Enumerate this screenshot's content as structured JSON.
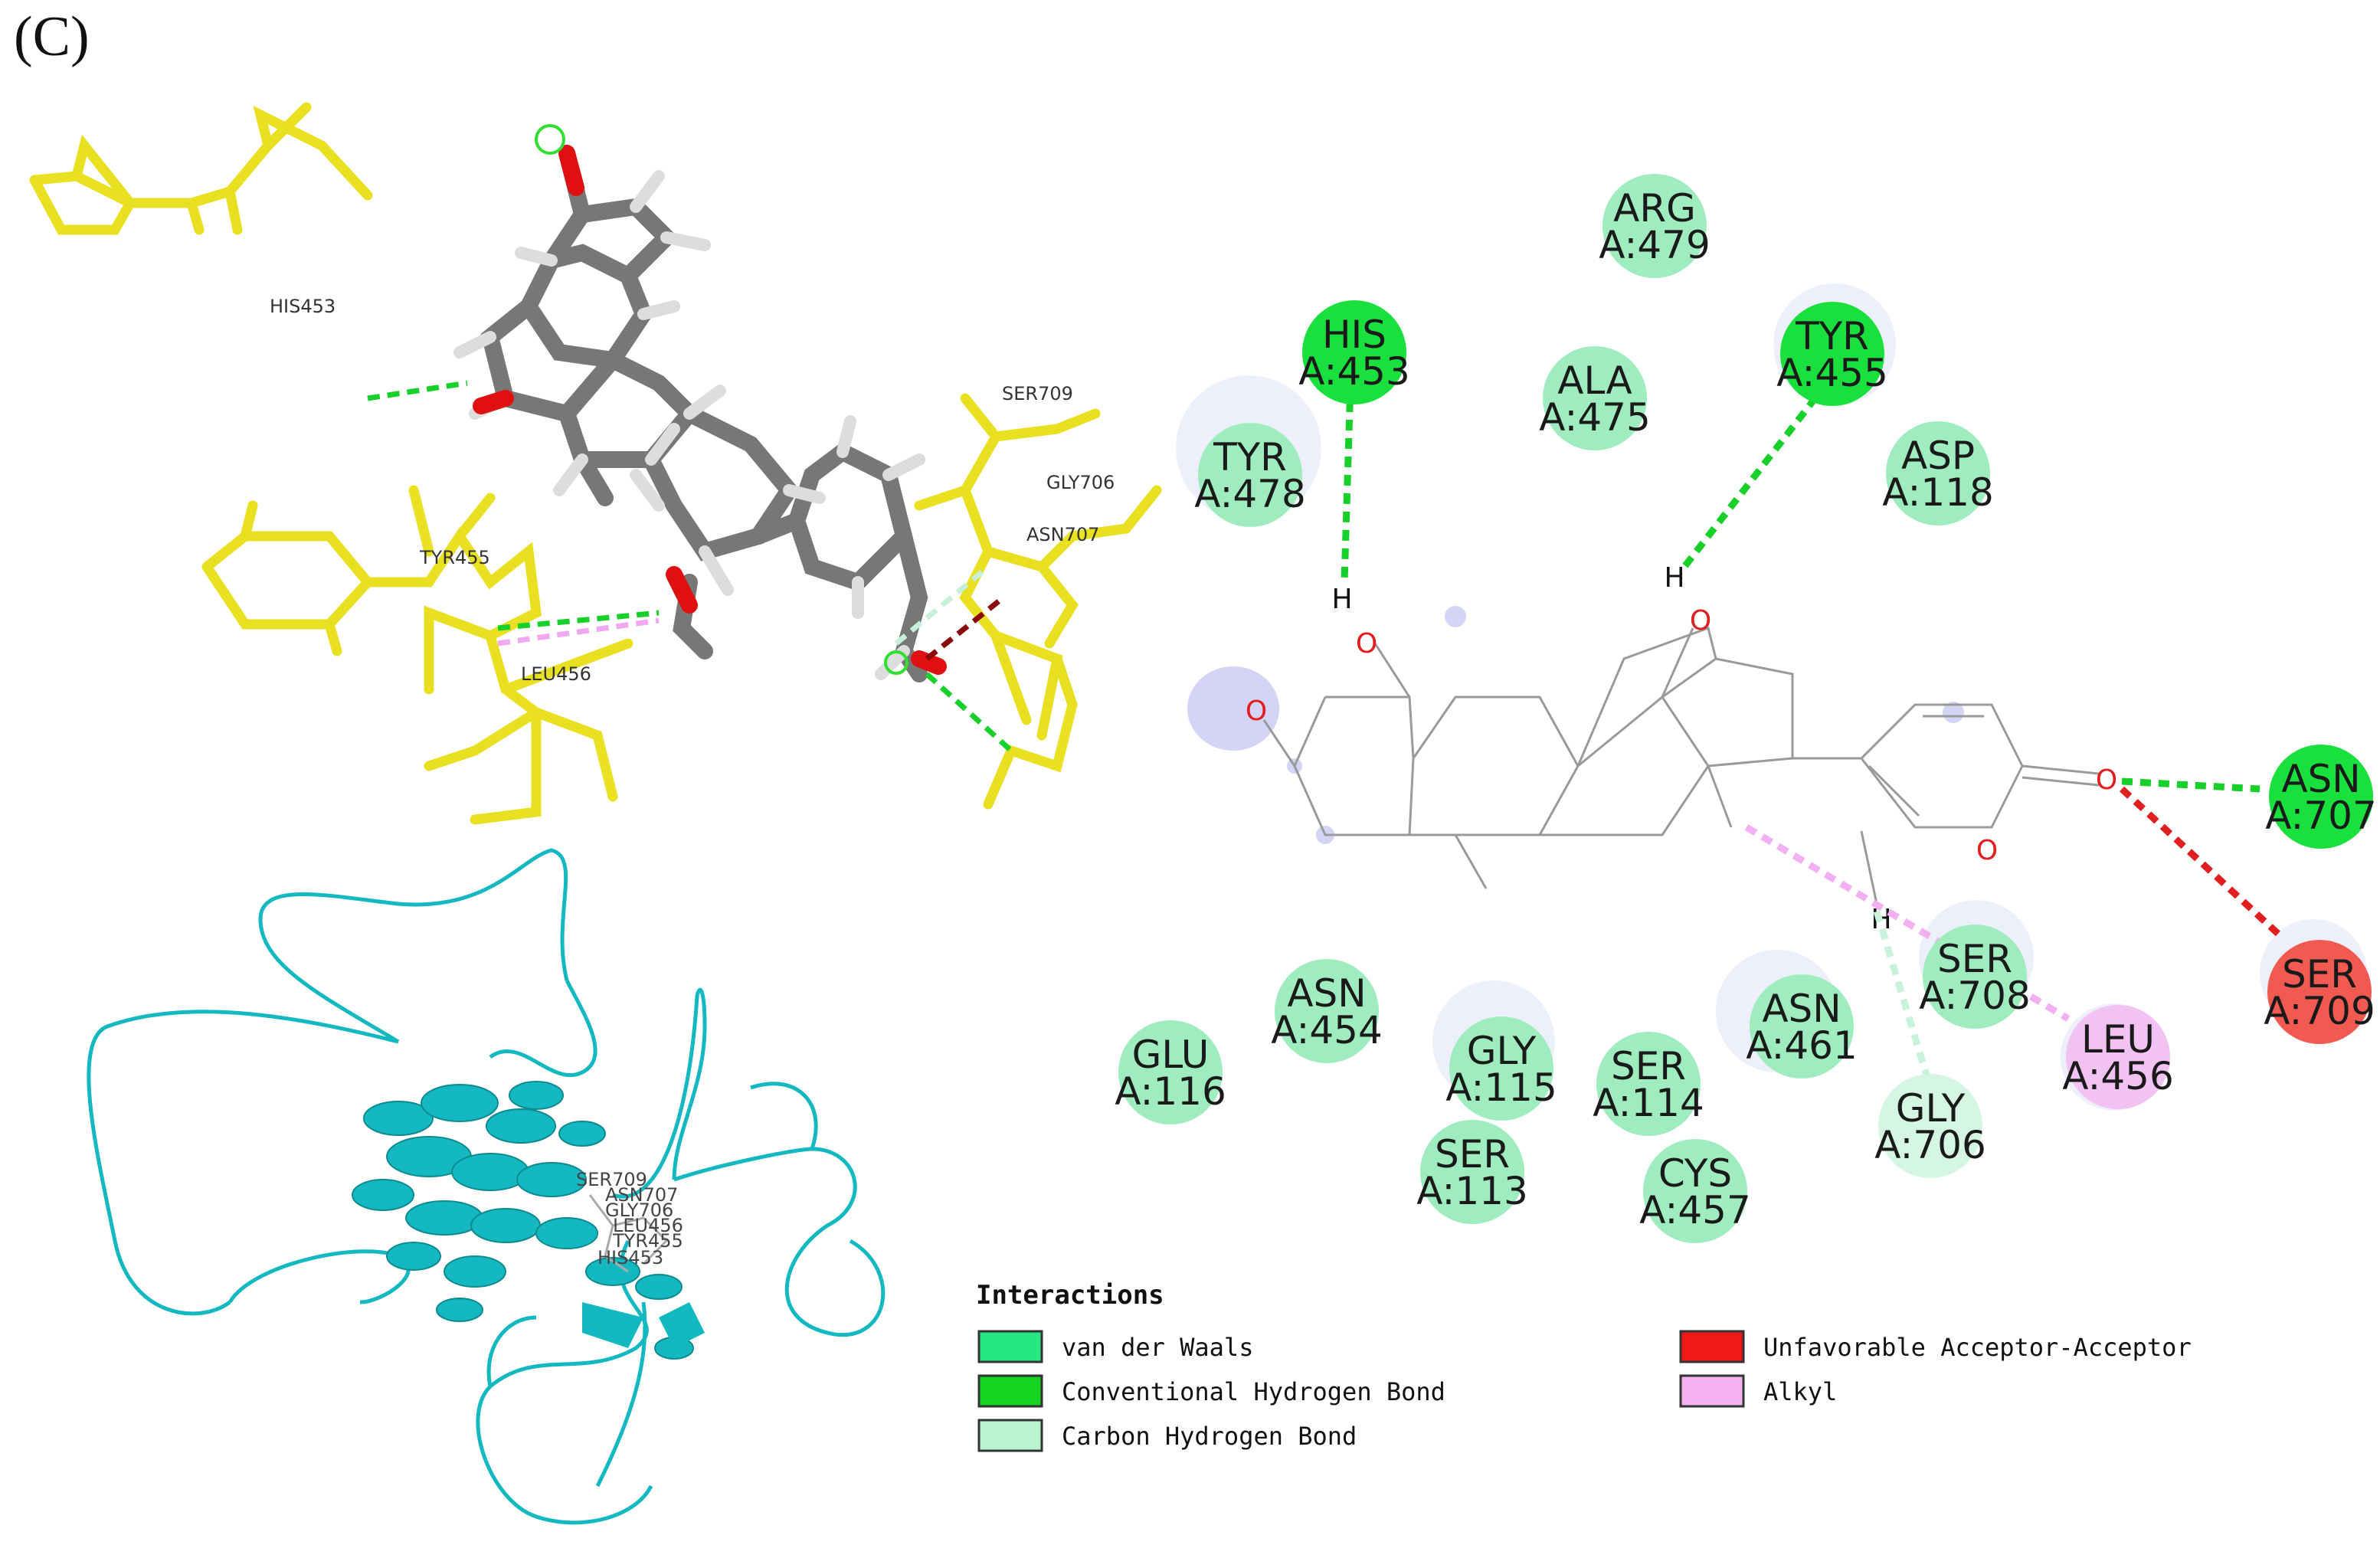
{
  "panel_label": "(C)",
  "labels_3d": [
    "HIS453",
    "SER709",
    "GLY706",
    "ASN707",
    "TYR455",
    "LEU456"
  ],
  "labels_ribbon": [
    "SER709",
    "ASN707",
    "GLY706",
    "LEU456",
    "TYR455",
    "HIS453"
  ],
  "colors": {
    "van_der_waals": "#9fecbf",
    "conventional_hbond": "#19e03c",
    "carbon_hbond": "#d5f7e2",
    "unfavorable_acceptor": "#f05a50",
    "alkyl": "#f2c2f2",
    "ligand_sticks": "#7a7a7a",
    "residue_sticks": "#e8e020",
    "ribbon": "#13b8c0"
  },
  "residues": [
    {
      "name": "ARG",
      "id": "A:479",
      "type": "vdw"
    },
    {
      "name": "HIS",
      "id": "A:453",
      "type": "hbond"
    },
    {
      "name": "ALA",
      "id": "A:475",
      "type": "vdw"
    },
    {
      "name": "TYR",
      "id": "A:455",
      "type": "hbond"
    },
    {
      "name": "TYR",
      "id": "A:478",
      "type": "vdw"
    },
    {
      "name": "ASP",
      "id": "A:118",
      "type": "vdw"
    },
    {
      "name": "ASN",
      "id": "A:707",
      "type": "hbond"
    },
    {
      "name": "SER",
      "id": "A:709",
      "type": "unfav"
    },
    {
      "name": "SER",
      "id": "A:708",
      "type": "vdw"
    },
    {
      "name": "LEU",
      "id": "A:456",
      "type": "alkyl"
    },
    {
      "name": "ASN",
      "id": "A:454",
      "type": "vdw"
    },
    {
      "name": "GLU",
      "id": "A:116",
      "type": "vdw"
    },
    {
      "name": "GLY",
      "id": "A:115",
      "type": "vdw"
    },
    {
      "name": "SER",
      "id": "A:114",
      "type": "vdw"
    },
    {
      "name": "ASN",
      "id": "A:461",
      "type": "vdw"
    },
    {
      "name": "GLY",
      "id": "A:706",
      "type": "chbond"
    },
    {
      "name": "SER",
      "id": "A:113",
      "type": "vdw"
    },
    {
      "name": "CYS",
      "id": "A:457",
      "type": "vdw"
    }
  ],
  "atoms": {
    "oxygen": "O",
    "hydrogen": "H"
  },
  "legend": {
    "title": "Interactions",
    "items": [
      {
        "label": "van der Waals",
        "color": "#27e880"
      },
      {
        "label": "Conventional Hydrogen Bond",
        "color": "#12d421"
      },
      {
        "label": "Carbon Hydrogen Bond",
        "color": "#b8f5cf"
      },
      {
        "label": "Unfavorable Acceptor-Acceptor",
        "color": "#f01818"
      },
      {
        "label": "Alkyl",
        "color": "#f5b0f0"
      }
    ]
  }
}
